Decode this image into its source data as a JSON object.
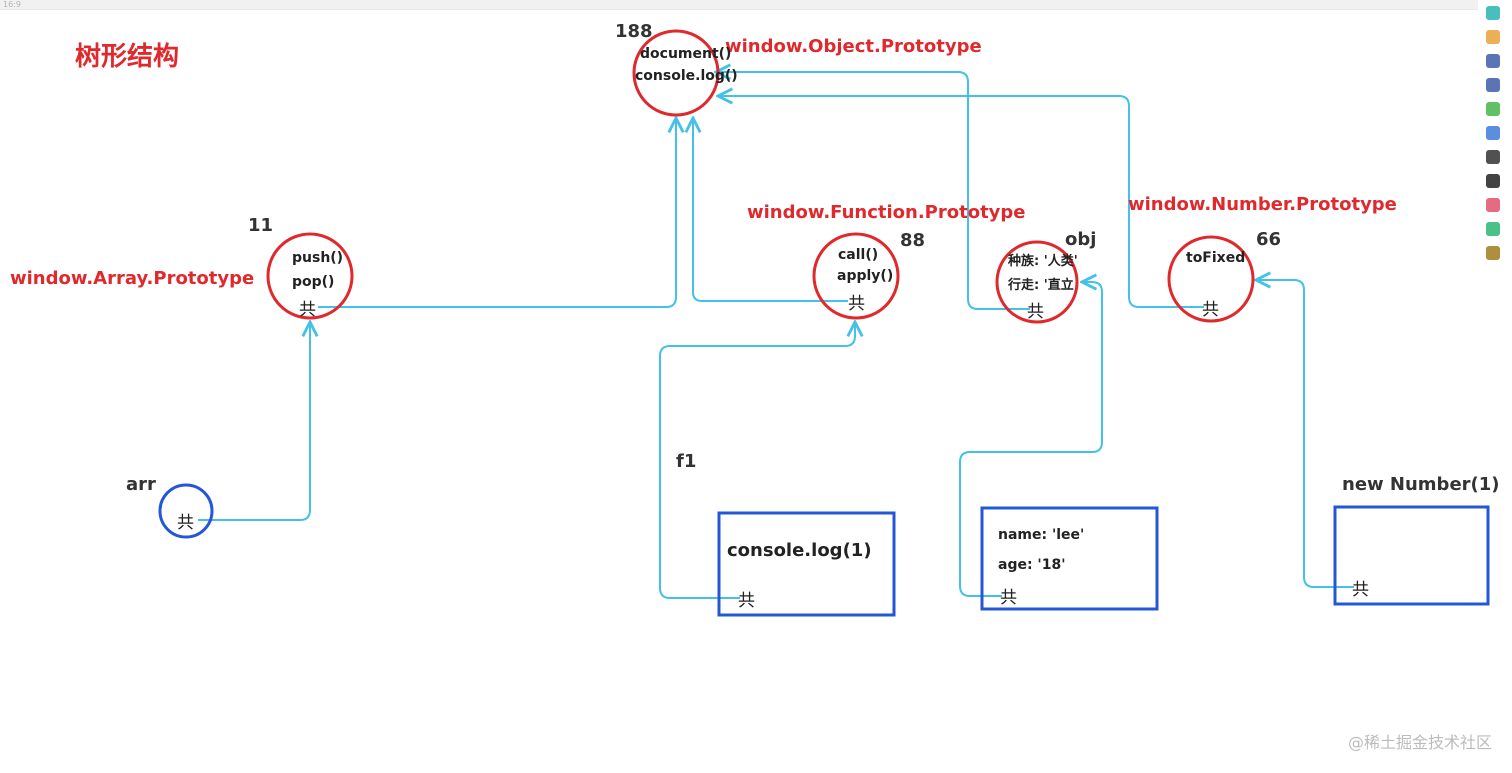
{
  "app": {
    "top_label": "16:9"
  },
  "title": "树形结构",
  "prototypes": {
    "object": {
      "label": "window.Object.Prototype",
      "id": "188",
      "members": [
        "document()",
        "console.log()"
      ]
    },
    "array": {
      "label": "window.Array.Prototype",
      "id": "11",
      "members": [
        "push()",
        "pop()"
      ],
      "proto_marker": "共"
    },
    "function": {
      "label": "window.Function.Prototype",
      "id": "88",
      "members": [
        "call()",
        "apply()"
      ],
      "proto_marker": "共"
    },
    "obj": {
      "label": "obj",
      "members": [
        "种族: '人类'",
        "行走: '直立"
      ],
      "proto_marker": "共"
    },
    "number": {
      "label": "window.Number.Prototype",
      "id": "66",
      "members": [
        "toFixed"
      ],
      "proto_marker": "共"
    }
  },
  "instances": {
    "arr": {
      "label": "arr",
      "proto_marker": "共"
    },
    "f1": {
      "label": "f1",
      "body": "console.log(1)",
      "proto_marker": "共"
    },
    "objInstance": {
      "members": [
        "name: 'lee'",
        "age: '18'"
      ],
      "proto_marker": "共"
    },
    "numberInstance": {
      "label": "new Number(1)",
      "proto_marker": "共"
    }
  },
  "right_rail_icons": [
    {
      "name": "bird-icon",
      "color": "#28b3b3"
    },
    {
      "name": "circle-emoji-icon",
      "color": "#e8a23a"
    },
    {
      "name": "layers-icon",
      "color": "#3e5ca8"
    },
    {
      "name": "grid-icon",
      "color": "#3e5ca8"
    },
    {
      "name": "android-icon",
      "color": "#43b649"
    },
    {
      "name": "inbox-icon",
      "color": "#3e7ad8"
    },
    {
      "name": "square-icon",
      "color": "#333333"
    },
    {
      "name": "cat-icon",
      "color": "#222222"
    },
    {
      "name": "cube-icon",
      "color": "#e0526a"
    },
    {
      "name": "toggle-icon",
      "color": "#2bb673"
    },
    {
      "name": "doc-icon",
      "color": "#a07b1c"
    }
  ],
  "watermark": "@稀土掘金技术社区",
  "colors": {
    "red": "#e0292d",
    "blue": "#2457d6",
    "link": "#45c1e8",
    "text": "#333333"
  }
}
